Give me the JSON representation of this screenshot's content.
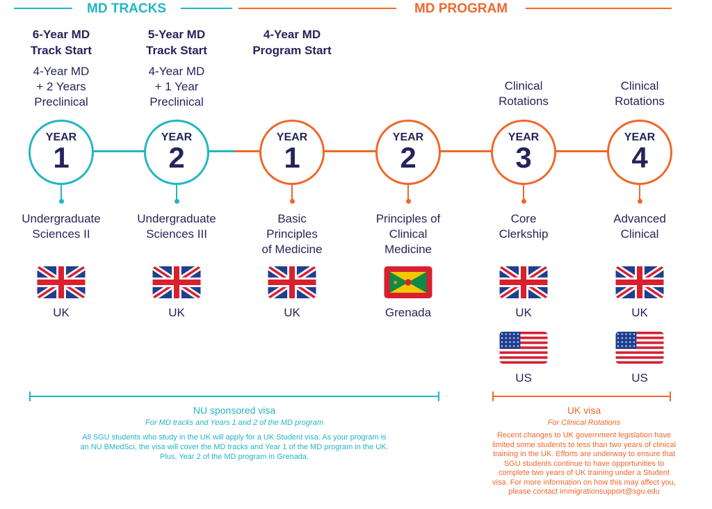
{
  "colors": {
    "teal": "#22b5c4",
    "orange": "#f0672b",
    "navy": "#25245a"
  },
  "sections": {
    "tracks": "MD TRACKS",
    "program": "MD PROGRAM"
  },
  "columns": [
    {
      "title": [
        "6-Year MD",
        "Track Start"
      ],
      "subtitle": [
        "4-Year MD",
        "+ 2 Years",
        "Preclinical"
      ],
      "year_label": "YEAR",
      "year": "1",
      "course": [
        "Undergraduate",
        "Sciences II"
      ],
      "countries": [
        "UK"
      ]
    },
    {
      "title": [
        "5-Year MD",
        "Track Start"
      ],
      "subtitle": [
        "4-Year MD",
        "+ 1 Year",
        "Preclinical"
      ],
      "year_label": "YEAR",
      "year": "2",
      "course": [
        "Undergraduate",
        "Sciences III"
      ],
      "countries": [
        "UK"
      ]
    },
    {
      "title": [
        "4-Year MD",
        "Program Start"
      ],
      "year_label": "YEAR",
      "year": "1",
      "course": [
        "Basic",
        "Principles",
        "of Medicine"
      ],
      "countries": [
        "UK"
      ]
    },
    {
      "year_label": "YEAR",
      "year": "2",
      "course": [
        "Principles of",
        "Clinical",
        "Medicine"
      ],
      "countries": [
        "Grenada"
      ]
    },
    {
      "subtitle": [
        "Clinical",
        "Rotations"
      ],
      "year_label": "YEAR",
      "year": "3",
      "course": [
        "Core",
        "Clerkship"
      ],
      "countries": [
        "UK",
        "US"
      ]
    },
    {
      "subtitle": [
        "Clinical",
        "Rotations"
      ],
      "year_label": "YEAR",
      "year": "4",
      "course": [
        "Advanced",
        "Clinical"
      ],
      "countries": [
        "UK",
        "US"
      ]
    }
  ],
  "visa_nu": {
    "title": "NU sponsored visa",
    "subtitle": "For MD tracks and Years 1 and 2 of the MD program",
    "lines": [
      "All SGU students who study in the UK will apply for a UK Student visa. As your program is",
      "an NU BMedSci, the visa will cover the MD tracks and Year 1 of the MD program in the UK.",
      "Plus, Year 2 of the MD program in Grenada."
    ]
  },
  "visa_uk": {
    "title": "UK visa",
    "subtitle": "For Clinical Rotations",
    "lines": [
      "Recent changes to UK government legislation have",
      "limited some students to less than two years of clinical",
      "training in the UK. Efforts are underway to ensure that",
      "SGU students continue to have opportunities to",
      "complete two years of UK training under a Student",
      "visa. For more information on how this may affect you,",
      "please contact immigrationsupport@sgu.edu"
    ]
  }
}
